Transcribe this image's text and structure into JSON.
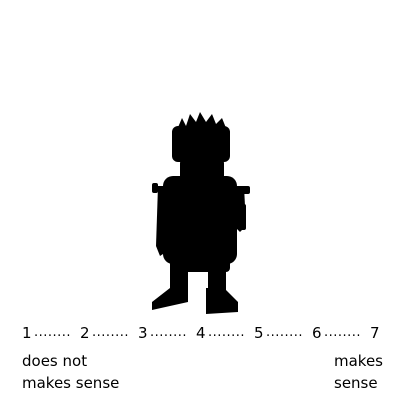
{
  "scale": {
    "points": [
      "1",
      "2",
      "3",
      "4",
      "5",
      "6",
      "7"
    ],
    "separator": "........"
  },
  "anchors": {
    "left": {
      "line1": "does not",
      "line2": "makes sense"
    },
    "right": {
      "line1": "makes",
      "line2": "sense"
    }
  },
  "colors": {
    "foreground": "#000000",
    "background": "#ffffff"
  },
  "image": {
    "icon": "robot-silhouette"
  }
}
